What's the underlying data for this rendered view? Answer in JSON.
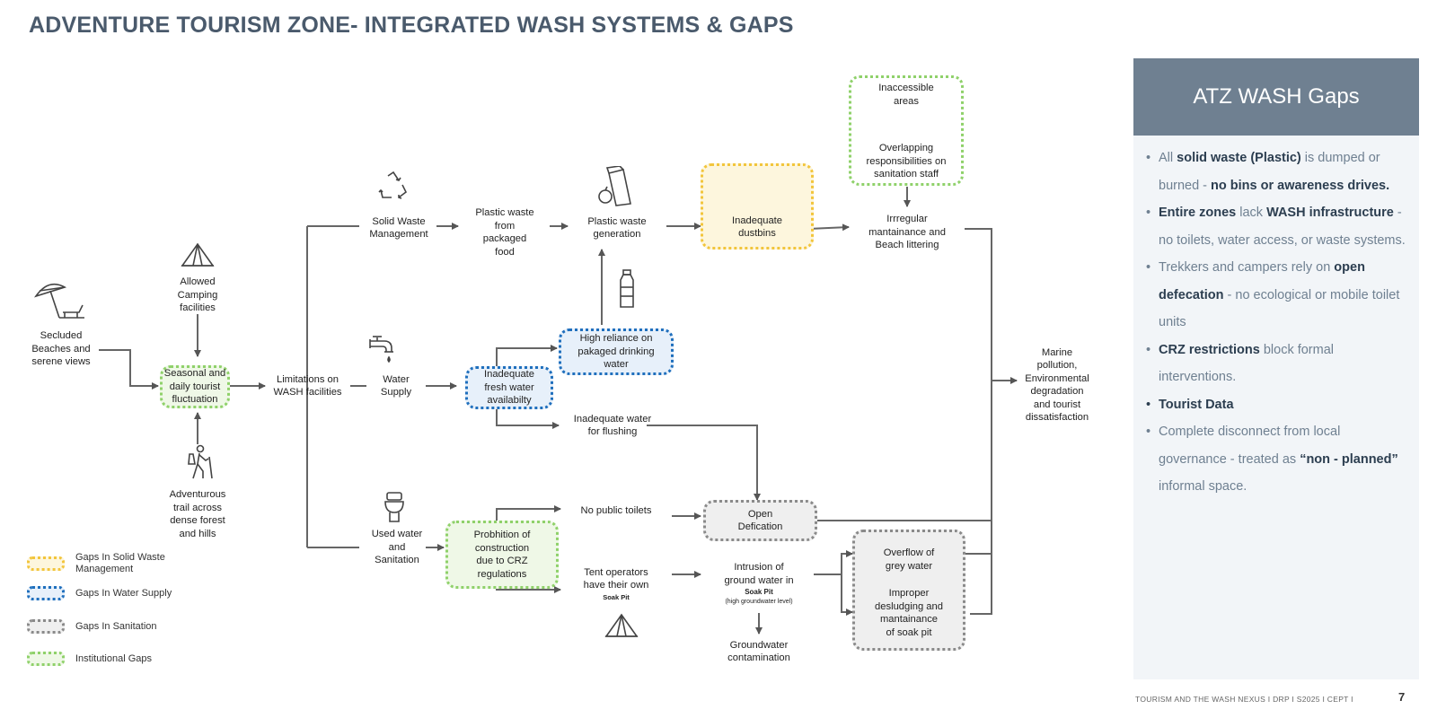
{
  "title": "ADVENTURE TOURISM  ZONE- INTEGRATED WASH SYSTEMS & GAPS",
  "nodes": {
    "secluded": "Secluded\nBeaches and\nserene views",
    "camping": "Allowed\nCamping\nfacilities",
    "seasonal": "Seasonal and\ndaily tourist\nfluctuation",
    "trail": "Adventurous\ntrail across\ndense forest\nand hills",
    "limitations": "Limitations on\nWASH facilities",
    "solid_waste": "Solid Waste\nManagement",
    "water_supply": "Water\nSupply",
    "used_water": "Used water\nand\nSanitation",
    "plastic_packaged": "Plastic waste\nfrom\npackaged\nfood",
    "plastic_generation": "Plastic waste\ngeneration",
    "inadequate_dustbins": "Inadequate\ndustbins",
    "inaccessible": "Inaccessible\nareas",
    "overlapping": "Overlapping\nresponsibilities on\nsanitation staff",
    "irregular": "Irrregular\nmantainance and\nBeach littering",
    "high_reliance": "High reliance on\npakaged drinking\nwater",
    "inadequate_fresh": "Inadequate\nfresh water\navailabilty",
    "inadequate_flushing": "Inadequate water\nfor flushing",
    "marine": "Marine\npollution,\nEnvironmental\ndegradation\nand tourist\ndissatisfaction",
    "no_toilets": "No public toilets",
    "prohibition": "Probhition of\nconstruction\ndue to CRZ\nregulations",
    "tent_operators": "Tent operators\nhave their own",
    "tent_soak": "Soak Pit",
    "open_defication": "Open\nDefication",
    "intrusion": "Intrusion of\nground water in",
    "intrusion_soak": "Soak Pit",
    "intrusion_note": "(high groundwater level)",
    "groundwater": "Groundwater\ncontamination",
    "overflow": "Overflow of\ngrey water",
    "improper": "Improper\ndesludging and\nmantainance\nof soak pit"
  },
  "legend": [
    {
      "label": "Gaps In Solid Waste\nManagement",
      "color": "#f2c53c"
    },
    {
      "label": "Gaps In Water Supply",
      "color": "#1f6fbd"
    },
    {
      "label": "Gaps In Sanitation",
      "color": "#8a8a8a"
    },
    {
      "label": "Institutional Gaps",
      "color": "#8fd16a"
    }
  ],
  "panel": {
    "title": "ATZ WASH Gaps",
    "items": [
      {
        "parts": [
          {
            "t": "All ",
            "b": false
          },
          {
            "t": "solid waste (Plastic)",
            "b": true
          },
          {
            "t": " is dumped or burned  - ",
            "b": false
          },
          {
            "t": "no bins or awareness drives.",
            "b": true
          }
        ]
      },
      {
        "parts": [
          {
            "t": "Entire zones",
            "b": true
          },
          {
            "t": " lack ",
            "b": false
          },
          {
            "t": "WASH infrastructure",
            "b": true
          },
          {
            "t": " - no toilets, water access, or waste systems.",
            "b": false
          }
        ]
      },
      {
        "parts": [
          {
            "t": "Trekkers and campers rely on ",
            "b": false
          },
          {
            "t": "open defecation",
            "b": true
          },
          {
            "t": " - no ecological or mobile toilet units",
            "b": false
          }
        ]
      },
      {
        "parts": [
          {
            "t": "CRZ restrictions",
            "b": true
          },
          {
            "t": " block formal interventions.",
            "b": false
          }
        ]
      },
      {
        "parts": [
          {
            "t": "Tourist Data",
            "b": true
          }
        ]
      },
      {
        "parts": [
          {
            "t": "Complete disconnect from local governance - treated as ",
            "b": false
          },
          {
            "t": "“non - planned”",
            "b": true
          },
          {
            "t": " informal space.",
            "b": false
          }
        ]
      }
    ]
  },
  "footer": "TOURISM AND THE WASH NEXUS I DRP I S2025 I CEPT I",
  "page_number": "7",
  "colors": {
    "solid_waste": "#f2c53c",
    "water": "#1f6fbd",
    "sanitation": "#8a8a8a",
    "institutional": "#8fd16a",
    "panel_header": "#6f8091"
  }
}
